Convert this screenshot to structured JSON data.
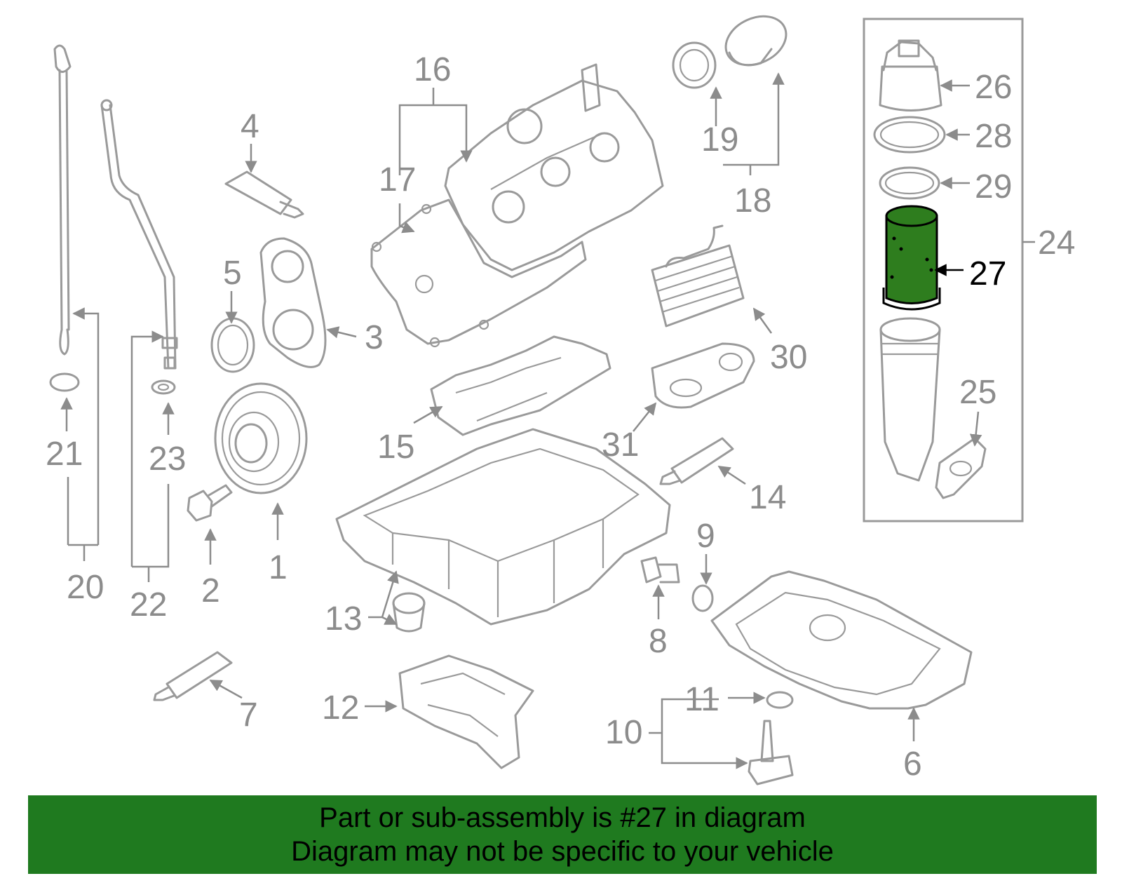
{
  "callouts": {
    "c1": "1",
    "c2": "2",
    "c3": "3",
    "c4": "4",
    "c5": "5",
    "c6": "6",
    "c7": "7",
    "c8": "8",
    "c9": "9",
    "c10": "10",
    "c11": "11",
    "c12": "12",
    "c13": "13",
    "c14": "14",
    "c15": "15",
    "c16": "16",
    "c17": "17",
    "c18": "18",
    "c19": "19",
    "c20": "20",
    "c21": "21",
    "c22": "22",
    "c23": "23",
    "c24": "24",
    "c25": "25",
    "c26": "26",
    "c27": "27",
    "c28": "28",
    "c29": "29",
    "c30": "30",
    "c31": "31"
  },
  "highlight": {
    "part": "27",
    "color": "#2e7d1e"
  },
  "banner": {
    "line1": "Part or sub-assembly is #27 in diagram",
    "line2": "Diagram may not be specific to your vehicle",
    "color": "#1f7a1f"
  }
}
